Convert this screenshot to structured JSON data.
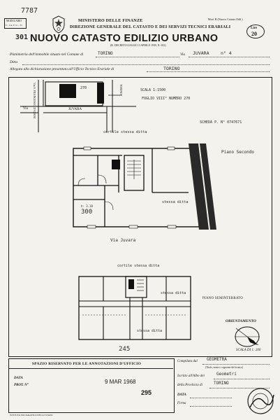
{
  "header": {
    "handwritten_number": "7787",
    "corner_stamp_top": "MODULARIO",
    "corner_stamp_bottom": "F. - Cat. E. U. - 33",
    "ministry": "MINISTERO DELLE FINANZE",
    "directorate": "DIREZIONE GENERALE DEL CATASTO E DEI SERVIZI TECNICI ERARIALI",
    "title": "NUOVO CATASTO EDILIZIO URBANO",
    "margin_mark": "301",
    "decree": "(R. DECRETO-LEGGE 13 APRILE 1939, N. 652)",
    "model_code": "Mod. B (Nuovo Catasto Edil.)",
    "model_suffix": "Lire",
    "fee_label": "Lire",
    "fee_value": "20"
  },
  "fields": {
    "planimetria_label": "Planimetria dell'immobile situato nel Comune di",
    "comune_value": "TORINO",
    "via_label": "Via",
    "via_value": "JUVARA",
    "civic_value": "n° 4",
    "ditta_label": "Ditta",
    "allegata_label": "Allegata alla dichiarazione presentata all'Ufficio Tecnico Erariale di",
    "ufficio_value": "TORINO"
  },
  "plan": {
    "scale_note": "SCALA 1:1500",
    "foglio_note": "FOGLIO VIII° NUMERO 270",
    "street_via": "Via",
    "street_juvara": "JUVARA",
    "street_side": "Via S. FRANCESCO D'ASSISI",
    "street_torino": "TORINO",
    "parcel_number": "270",
    "scheda_note": "SCHEDA P. N° 0747671",
    "cortile_top": "cortile stessa ditta",
    "floor_label": "Piano Secondo",
    "stessa_ditta_1": "stessa ditta",
    "height_note": "h: 3.10",
    "handwritten_300": "300",
    "street_bottom": "Via Juvara",
    "cortile_basement": "cortile stessa ditta",
    "stessa_ditta_2": "stessa ditta",
    "stessa_ditta_3": "stessa ditta",
    "basement_label": "PIANO SEMINTERRATO",
    "orientation_label": "ORIENTAMENTO",
    "scale_label": "SCALA DI 1: 200",
    "handwritten_245": "245"
  },
  "footer": {
    "reserved_header": "SPAZIO RISERVATO PER LE ANNOTAZIONI D'UFFICIO",
    "data_label": "DATA",
    "prot_label": "PROT. N°",
    "stamp_date": "9 MAR 1968",
    "stamp_number": "295",
    "compilata_label": "Compilata dal",
    "compilata_value": "GEOMETRA",
    "subtitle_note": "(Titolo, nome e cognome del tecnico)",
    "iscritto_label": "Iscritto all'Albo dei",
    "albo_value": "Geometri",
    "provincia_label": "della Provincia di",
    "provincia_value": "TORINO",
    "data2_label": "DATA",
    "firma_label": "Firma",
    "bottom_print": "ISTITUTO POLIGRAFICO DELLO STATO"
  }
}
